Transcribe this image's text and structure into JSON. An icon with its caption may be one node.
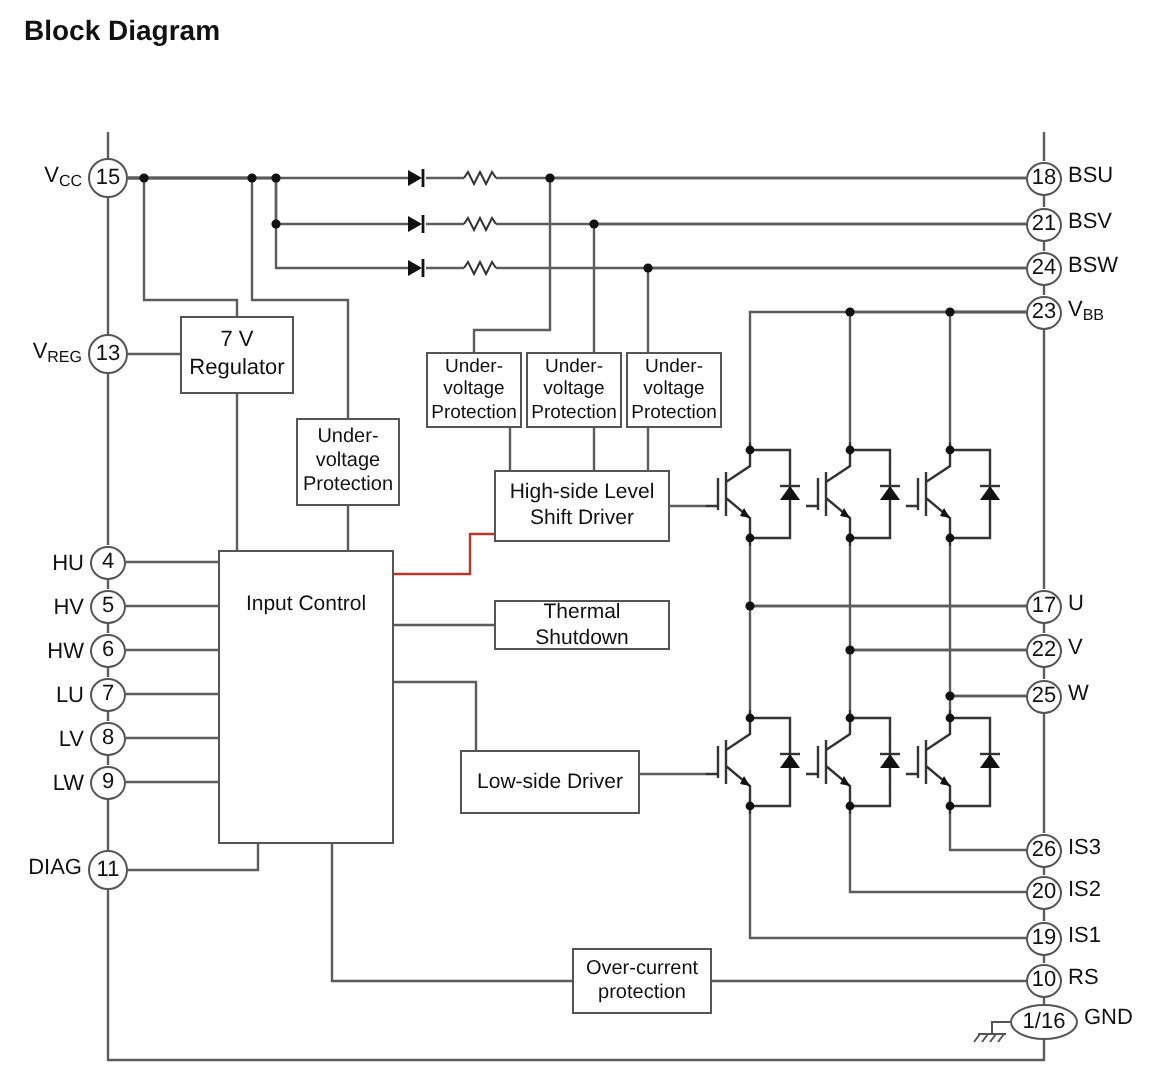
{
  "diagram": {
    "title": "Block Diagram",
    "nodes": [
      {
        "text": [
          "15"
        ],
        "beside": [
          "V$_{CC}$"
        ]
      },
      {
        "text": [
          "13"
        ],
        "beside": [
          "V$_{REG}$"
        ]
      },
      {
        "text": [
          "4"
        ],
        "beside": [
          "HU"
        ]
      },
      {
        "text": [
          "5"
        ],
        "beside": [
          "HV"
        ]
      },
      {
        "text": [
          "6"
        ],
        "beside": [
          "HW"
        ]
      },
      {
        "text": [
          "7"
        ],
        "beside": [
          "LU"
        ]
      },
      {
        "text": [
          "8"
        ],
        "beside": [
          "LV"
        ]
      },
      {
        "text": [
          "9"
        ],
        "beside": [
          "LW"
        ]
      },
      {
        "text": [
          "11"
        ],
        "beside": [
          "DIAG"
        ]
      },
      {
        "text": [
          "18"
        ],
        "beside": [
          "BSU"
        ]
      },
      {
        "text": [
          "21"
        ],
        "beside": [
          "BSV"
        ]
      },
      {
        "text": [
          "24"
        ],
        "beside": [
          "BSW"
        ]
      },
      {
        "text": [
          "23"
        ],
        "beside": [
          "V$_{BB}$"
        ]
      },
      {
        "text": [
          "17"
        ],
        "beside": [
          "U"
        ]
      },
      {
        "text": [
          "22"
        ],
        "beside": [
          "V"
        ]
      },
      {
        "text": [
          "25"
        ],
        "beside": [
          "W"
        ]
      },
      {
        "text": [
          "26"
        ],
        "beside": [
          "IS3"
        ]
      },
      {
        "text": [
          "20"
        ],
        "beside": [
          "IS2"
        ]
      },
      {
        "text": [
          "19"
        ],
        "beside": [
          "IS1"
        ]
      },
      {
        "text": [
          "10"
        ],
        "beside": [
          "RS"
        ]
      },
      {
        "text": [
          "1/16"
        ],
        "beside": [
          "GND"
        ]
      },
      {
        "text": [
          "7 V Regulator"
        ]
      },
      {
        "text": [
          "Under-voltage Protection"
        ]
      },
      {
        "text": [
          "Under-voltage Protection"
        ]
      },
      {
        "text": [
          "Under-voltage Protection"
        ]
      },
      {
        "text": [
          "Under-voltage Protection"
        ]
      },
      {
        "text": [
          "High-side Level Shift Driver"
        ]
      },
      {
        "text": [
          "Input Control"
        ]
      },
      {
        "text": [
          "Thermal Shutdown"
        ]
      },
      {
        "text": [
          "Low-side Driver"
        ]
      },
      {
        "text": [
          "Over-current protection"
        ]
      },
      {
        "text": [],
        "shape": "transistor"
      },
      {
        "text": [],
        "shape": "transistor"
      },
      {
        "text": [],
        "shape": "transistor"
      },
      {
        "text": [],
        "shape": "transistor"
      },
      {
        "text": [],
        "shape": "transistor"
      },
      {
        "text": [],
        "shape": "transistor"
      },
      {
        "text": [],
        "shape": "diode"
      },
      {
        "text": [],
        "shape": "diode"
      },
      {
        "text": [],
        "shape": "diode"
      },
      {
        "text": [],
        "shape": "resistor"
      },
      {
        "text": [],
        "shape": "resistor"
      },
      {
        "text": [],
        "shape": "resistor"
      }
    ],
    "edges": [
      {
        "from": null,
        "to": 0,
        "arrow": "none"
      },
      {
        "from": 0,
        "to": 1,
        "arrow": "none"
      },
      {
        "from": 1,
        "to": 2,
        "arrow": "none"
      },
      {
        "from": 2,
        "to": 3,
        "arrow": "none"
      },
      {
        "from": 3,
        "to": 4,
        "arrow": "none"
      },
      {
        "from": 4,
        "to": 5,
        "arrow": "none"
      },
      {
        "from": 5,
        "to": 6,
        "arrow": "none"
      },
      {
        "from": 6,
        "to": 7,
        "arrow": "none"
      },
      {
        "from": 7,
        "to": 8,
        "arrow": "none"
      },
      {
        "from": 8,
        "to": 20,
        "arrow": "none"
      },
      {
        "from": null,
        "to": 9,
        "arrow": "none"
      },
      {
        "from": 9,
        "to": 10,
        "arrow": "none"
      },
      {
        "from": 10,
        "to": 11,
        "arrow": "none"
      },
      {
        "from": 11,
        "to": 12,
        "arrow": "none"
      },
      {
        "from": 12,
        "to": 13,
        "arrow": "none"
      },
      {
        "from": 13,
        "to": 14,
        "arrow": "none"
      },
      {
        "from": 14,
        "to": 15,
        "arrow": "none"
      },
      {
        "from": 15,
        "to": 16,
        "arrow": "none"
      },
      {
        "from": 16,
        "to": 17,
        "arrow": "none"
      },
      {
        "from": 17,
        "to": 18,
        "arrow": "none"
      },
      {
        "from": 18,
        "to": 19,
        "arrow": "none"
      },
      {
        "from": 19,
        "to": 20,
        "arrow": "none"
      },
      {
        "from": 0,
        "to": 21,
        "arrow": "none"
      },
      {
        "from": 0,
        "to": 22,
        "arrow": "none"
      },
      {
        "from": 0,
        "to": 37,
        "arrow": "none"
      },
      {
        "from": 0,
        "to": 38,
        "arrow": "none"
      },
      {
        "from": 0,
        "to": 39,
        "arrow": "none"
      },
      {
        "from": 1,
        "to": 21,
        "arrow": "none"
      },
      {
        "from": 9,
        "to": 23,
        "arrow": "none"
      },
      {
        "from": 10,
        "to": 24,
        "arrow": "none"
      },
      {
        "from": 11,
        "to": 25,
        "arrow": "none"
      },
      {
        "from": 23,
        "to": 26,
        "arrow": "none"
      },
      {
        "from": 24,
        "to": 26,
        "arrow": "none"
      },
      {
        "from": 25,
        "to": 26,
        "arrow": "none"
      },
      {
        "from": 21,
        "to": 27,
        "arrow": "none"
      },
      {
        "from": 22,
        "to": 27,
        "arrow": "none"
      },
      {
        "from": 27,
        "to": 26,
        "arrow": "none",
        "color": "#b03a2e"
      },
      {
        "from": 27,
        "to": 28,
        "arrow": "none"
      },
      {
        "from": 27,
        "to": 29,
        "arrow": "none"
      },
      {
        "from": 2,
        "to": 27,
        "arrow": "none"
      },
      {
        "from": 3,
        "to": 27,
        "arrow": "none"
      },
      {
        "from": 4,
        "to": 27,
        "arrow": "none"
      },
      {
        "from": 5,
        "to": 27,
        "arrow": "none"
      },
      {
        "from": 6,
        "to": 27,
        "arrow": "none"
      },
      {
        "from": 7,
        "to": 27,
        "arrow": "none"
      },
      {
        "from": 27,
        "to": 8,
        "arrow": "none"
      },
      {
        "from": 27,
        "to": 30,
        "arrow": "none"
      },
      {
        "from": 30,
        "to": 19,
        "arrow": "none"
      },
      {
        "from": 26,
        "to": 31,
        "arrow": "none"
      },
      {
        "from": 29,
        "to": 34,
        "arrow": "none"
      },
      {
        "from": 12,
        "to": 31,
        "arrow": "none"
      },
      {
        "from": 12,
        "to": 32,
        "arrow": "none"
      },
      {
        "from": 12,
        "to": 33,
        "arrow": "none"
      },
      {
        "from": 31,
        "to": 13,
        "arrow": "none"
      },
      {
        "from": 34,
        "to": 13,
        "arrow": "none"
      },
      {
        "from": 32,
        "to": 14,
        "arrow": "none"
      },
      {
        "from": 35,
        "to": 14,
        "arrow": "none"
      },
      {
        "from": 33,
        "to": 15,
        "arrow": "none"
      },
      {
        "from": 36,
        "to": 15,
        "arrow": "none"
      },
      {
        "from": 34,
        "to": 18,
        "arrow": "none"
      },
      {
        "from": 35,
        "to": 17,
        "arrow": "none"
      },
      {
        "from": 36,
        "to": 16,
        "arrow": "none"
      },
      {
        "from": 37,
        "to": 40,
        "arrow": "none"
      },
      {
        "from": 38,
        "to": 41,
        "arrow": "none"
      },
      {
        "from": 39,
        "to": 42,
        "arrow": "none"
      },
      {
        "from": 40,
        "to": 9,
        "arrow": "none"
      },
      {
        "from": 41,
        "to": 10,
        "arrow": "none"
      },
      {
        "from": 42,
        "to": 11,
        "arrow": "none"
      }
    ]
  }
}
